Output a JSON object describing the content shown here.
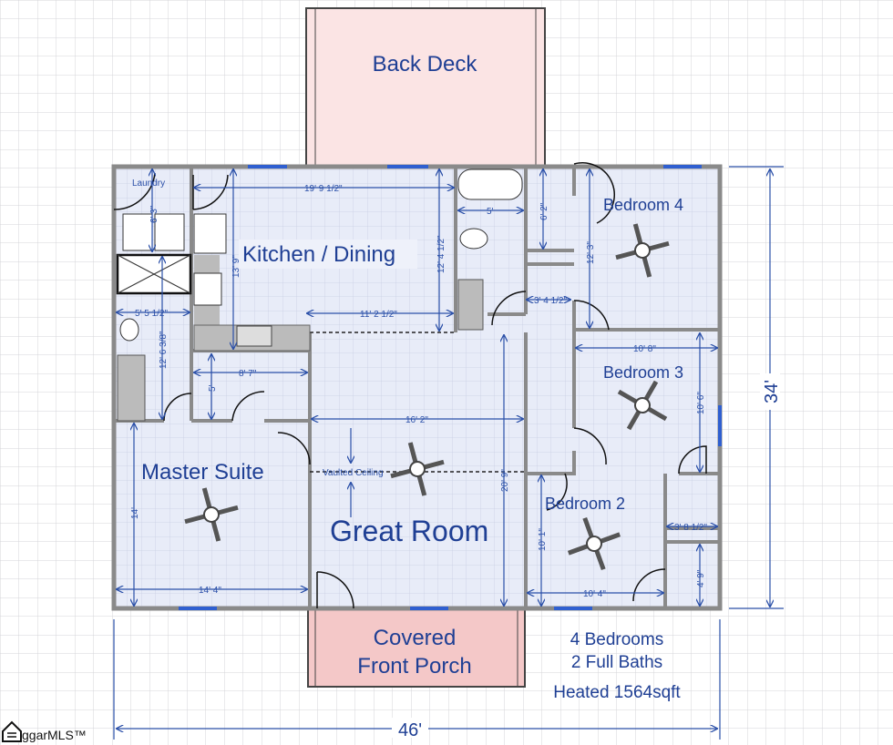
{
  "rooms": {
    "back_deck": "Back Deck",
    "laundry": "Laundry",
    "kitchen": "Kitchen / Dining",
    "bedroom4": "Bedroom 4",
    "bedroom3": "Bedroom 3",
    "bedroom2": "Bedroom 2",
    "master": "Master Suite",
    "great_room": "Great Room",
    "vaulted": "Vaulted Ceiling",
    "porch_line1": "Covered",
    "porch_line2": "Front Porch"
  },
  "dimensions": {
    "kitchen_width": "19' 9 1/2\"",
    "kitchen_depth": "13' 9\"",
    "kitchen_right": "12' 4 1/2\"",
    "dining_width": "11' 2 1/2\"",
    "laundry_h": "6' 3\"",
    "master_bath_w": "5' 5 1/2\"",
    "master_bath_h": "12' 6 3/8\"",
    "closet_w": "8' 7\"",
    "closet_h": "5'",
    "great_w": "16' 2\"",
    "great_h": "20' 9\"",
    "master_h": "14'",
    "master_w": "14' 4\"",
    "bath_w": "5'",
    "closet4_h": "6' 2\"",
    "hall_w": "3' 4 1/2\"",
    "bed4_h": "12' 3\"",
    "bed3_w": "10' 8\"",
    "bed3_h": "10' 6\"",
    "bed2_h": "10' 1\"",
    "bed2_w": "10' 4\"",
    "closet2a": "3' 8 1/2\"",
    "closet2b": "4' 9\"",
    "overall_w": "46'",
    "overall_h": "34'"
  },
  "summary": {
    "bedrooms": "4 Bedrooms",
    "baths": "2 Full Baths",
    "heated": "Heated 1564sqft"
  },
  "watermark": "ggarMLS™"
}
